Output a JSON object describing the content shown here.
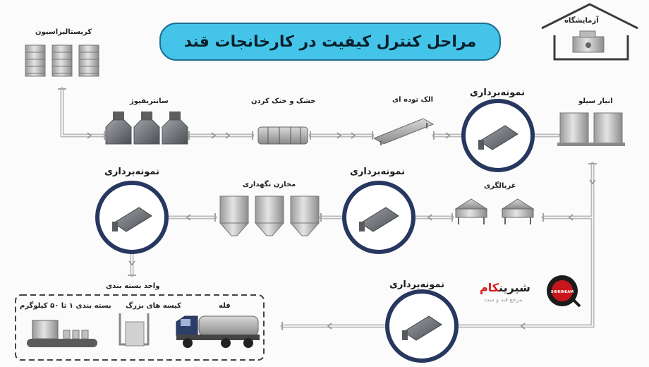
{
  "title": "مراحل کنترل کیفیت در کارخانجات قند",
  "labels": {
    "lab": "آزمایشگاه",
    "crystallization": "کریستالیزاسیون",
    "centrifuge": "سانتریفیوژ",
    "drying": "خشک و خنک کردن",
    "sieve": "الک توده ای",
    "sampling": "نمونه‌برداری",
    "silo": "انبار سیلو",
    "screening": "غربالگری",
    "storage_tanks": "مخازن نگهداری",
    "packing_unit": "واحد بسته بندی",
    "pack_small": "بسته بندی ۱ تا ۵۰ کیلوگرم",
    "big_bags": "کیسه های بزرگ",
    "bulk": "فله"
  },
  "brand": {
    "logo_text": "SHIRINKAM",
    "name_part1": "شیرین",
    "name_part2": "کام",
    "tagline": "مرجع قند و ست"
  },
  "colors": {
    "title_bg": "#45c4e9",
    "circle_ring": "#27375f",
    "brand_red": "#d81b1b"
  }
}
